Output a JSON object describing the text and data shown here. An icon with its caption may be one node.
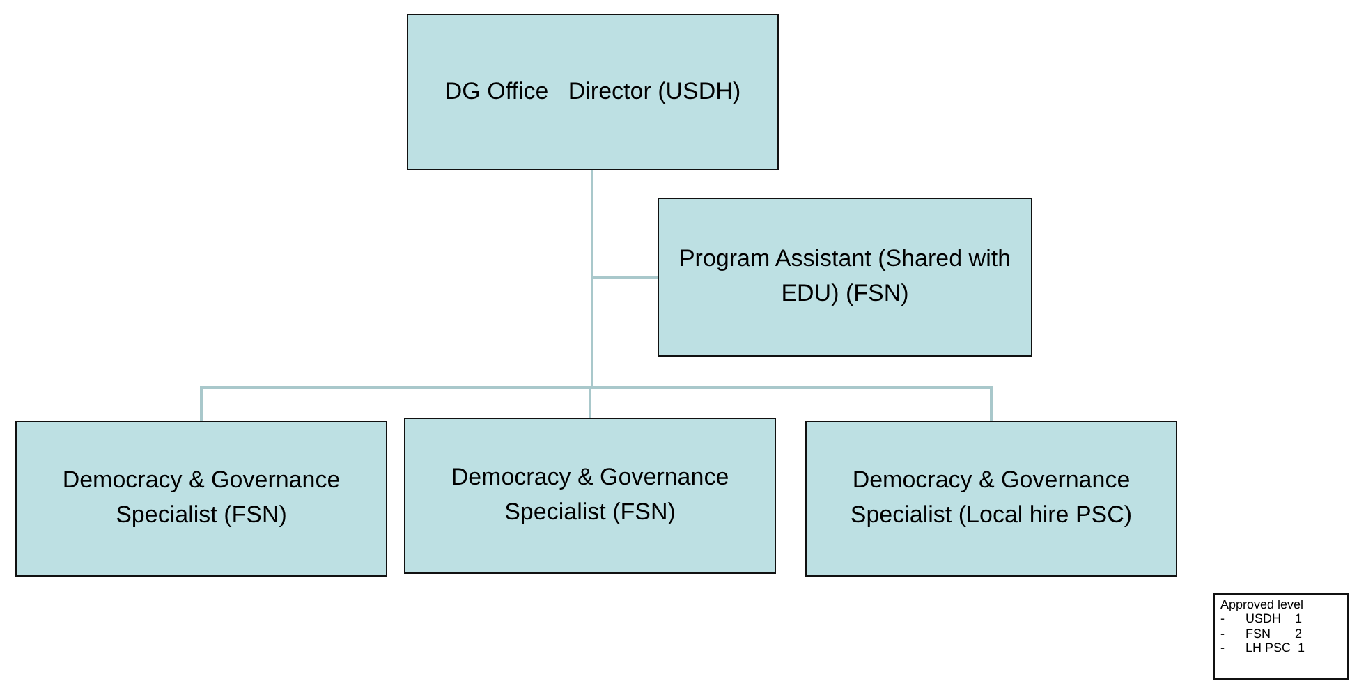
{
  "diagram": {
    "nodes": [
      {
        "text": [
          "DG Office   Director (USDH)"
        ]
      },
      {
        "text": [
          "Program Assistant (Shared with EDU) (FSN)"
        ]
      },
      {
        "text": [
          "Democracy & Governance Specialist (FSN)"
        ]
      },
      {
        "text": [
          "Democracy & Governance Specialist (FSN)"
        ]
      },
      {
        "text": [
          "Democracy & Governance Specialist (Local hire PSC)"
        ]
      },
      {
        "text": [
          "Approved level",
          "-      USDH    1",
          "-      FSN       2",
          "-      LH PSC  1"
        ]
      }
    ],
    "edges": [
      {
        "from": 0,
        "to": 1,
        "arrow": "none"
      },
      {
        "from": 0,
        "to": 2,
        "arrow": "none"
      },
      {
        "from": 0,
        "to": 3,
        "arrow": "none"
      },
      {
        "from": 0,
        "to": 4,
        "arrow": "none"
      }
    ]
  }
}
